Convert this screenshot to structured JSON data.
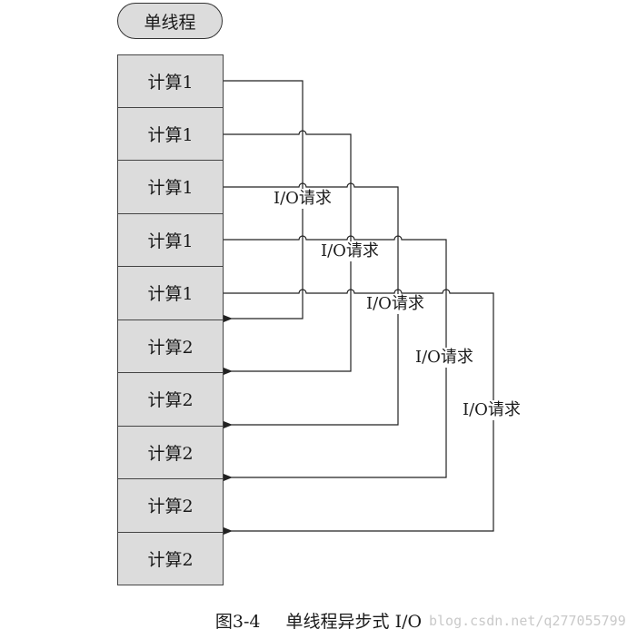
{
  "header": {
    "label": "单线程"
  },
  "blocks": [
    {
      "label": "计算1"
    },
    {
      "label": "计算1"
    },
    {
      "label": "计算1"
    },
    {
      "label": "计算1"
    },
    {
      "label": "计算1"
    },
    {
      "label": "计算2"
    },
    {
      "label": "计算2"
    },
    {
      "label": "计算2"
    },
    {
      "label": "计算2"
    },
    {
      "label": "计算2"
    }
  ],
  "io_labels": [
    "I/O请求",
    "I/O请求",
    "I/O请求",
    "I/O请求",
    "I/O请求"
  ],
  "caption": {
    "number": "图3-4",
    "title": "单线程异步式 I/O"
  },
  "watermark": "blog.csdn.net/q277055799"
}
